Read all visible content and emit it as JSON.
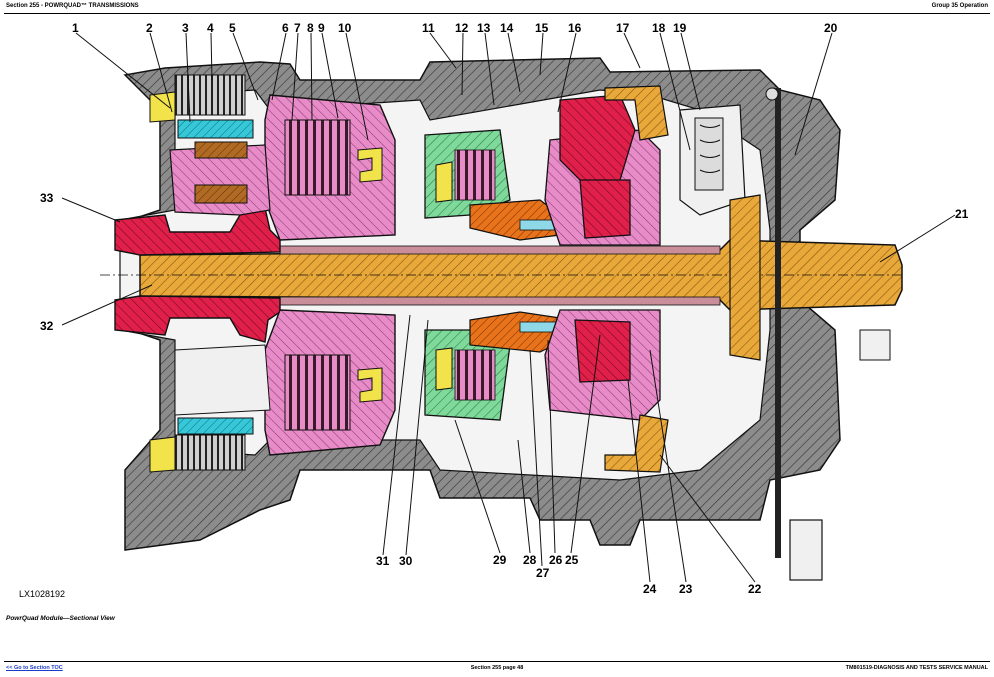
{
  "header": {
    "left": "Section 255 - POWRQUAD™ TRANSMISSIONS",
    "right": "Group 35 Operation"
  },
  "figure": {
    "id": "LX1028192",
    "caption": "PowrQuad Module—Sectional View",
    "callouts": [
      "1",
      "2",
      "3",
      "4",
      "5",
      "6",
      "7",
      "8",
      "9",
      "10",
      "11",
      "12",
      "13",
      "14",
      "15",
      "16",
      "17",
      "18",
      "19",
      "20",
      "21",
      "22",
      "23",
      "24",
      "25",
      "26",
      "27",
      "28",
      "29",
      "30",
      "31",
      "32",
      "33"
    ]
  },
  "colors": {
    "housing_gray": "#8c8c8c",
    "shaft_orange": "#e8a83a",
    "red": "#e0204a",
    "pink": "#e88cc8",
    "green": "#7fd99a",
    "cyan": "#36c8d8",
    "brown": "#b06a24",
    "yellow": "#f2e34a",
    "orange_part": "#e8731a"
  },
  "footer": {
    "left": "<< Go to Section TOC",
    "center": "Section 255 page 48",
    "right": "TM801519-DIAGNOSIS AND TESTS SERVICE MANUAL"
  }
}
